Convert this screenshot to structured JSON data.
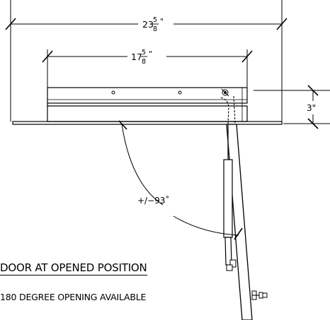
{
  "dimensions": {
    "overall_width": {
      "whole": "23",
      "num": "5",
      "den": "8",
      "unit": "\""
    },
    "inner_width": {
      "whole": "17",
      "num": "5",
      "den": "8",
      "unit": "\""
    },
    "height": "3\""
  },
  "angle_label": "+/−93˚",
  "notes": {
    "title": "DOOR AT OPENED POSITION",
    "subtitle": "180 DEGREE OPENING AVAILABLE"
  }
}
